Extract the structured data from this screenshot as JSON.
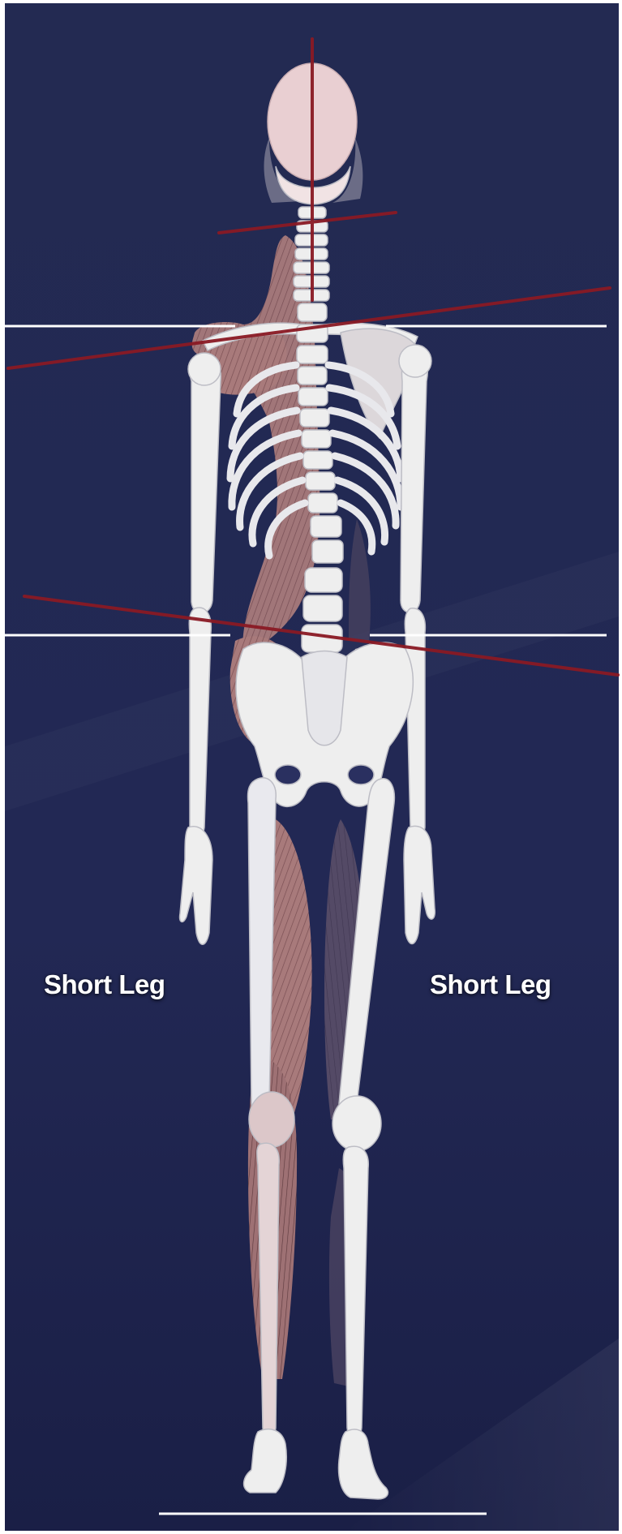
{
  "labels": {
    "left": "Short Leg",
    "right": "Short Leg"
  },
  "colors": {
    "background_top": "#232a52",
    "background_bottom": "#1b2048",
    "bone": "#eeeeee",
    "bone_shadow": "#c9c9cf",
    "muscle_red": "#a87a7b",
    "muscle_red_fiber": "#6a4145",
    "muscle_purple": "#5b516c",
    "skull_pink": "#e9cfd2",
    "posture_line": "#8a1a24",
    "level_line": "#ffffff"
  },
  "icons": [
    "skeleton-figure",
    "head",
    "spine",
    "rib-cage",
    "pelvis",
    "muscle"
  ]
}
